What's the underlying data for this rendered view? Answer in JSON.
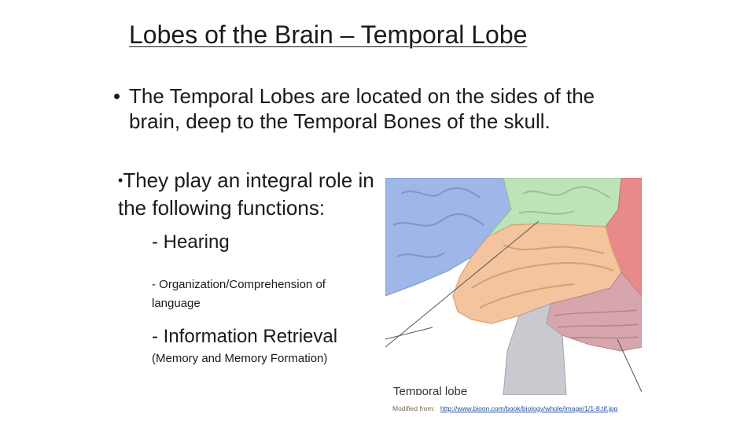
{
  "slide": {
    "title": "Lobes of the Brain – Temporal Lobe",
    "bullet_1": "The Temporal Lobes are located on the sides of the brain, deep to the Temporal Bones of the skull.",
    "bullet_2": "They play an integral role in the following functions:",
    "functions": [
      "- Hearing",
      "- Organization/Comprehension of language",
      "- Information Retrieval",
      "(Memory and Memory Formation)"
    ],
    "figure_label": "Temporal lobe",
    "credit_prefix": "Modified from:",
    "credit_link": "http://www.bioon.com/book/biology/whole/image/1/1-8.tif.jpg"
  },
  "colors": {
    "frontal_blue": "#9fb6e8",
    "parietal_green": "#bfe3b8",
    "occipital_red": "#e98a8a",
    "temporal_orange": "#f4c49e",
    "cerebellum_pink": "#d7a6ad",
    "brainstem_gray": "#c9c9cf"
  }
}
